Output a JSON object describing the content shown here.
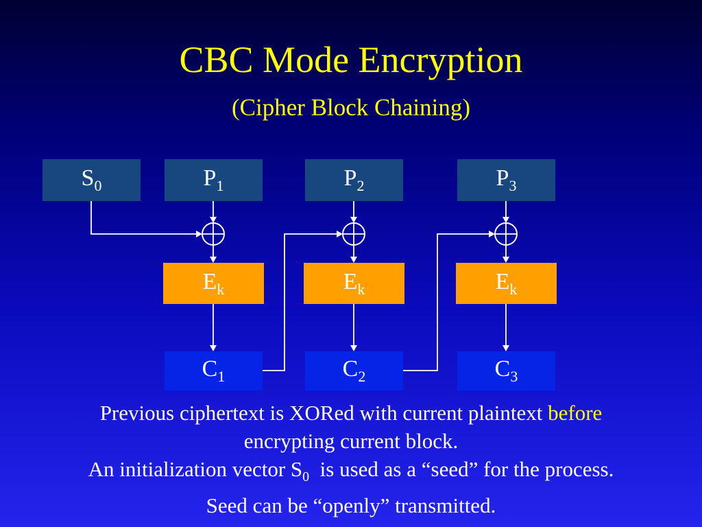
{
  "title": "CBC Mode Encryption",
  "subtitle": "(Cipher Block Chaining)",
  "diagram": {
    "top_blocks": [
      {
        "base": "S",
        "sub": "0"
      },
      {
        "base": "P",
        "sub": "1"
      },
      {
        "base": "P",
        "sub": "2"
      },
      {
        "base": "P",
        "sub": "3"
      }
    ],
    "encrypt_blocks": [
      {
        "base": "E",
        "sub": "k"
      },
      {
        "base": "E",
        "sub": "k"
      },
      {
        "base": "E",
        "sub": "k"
      }
    ],
    "cipher_blocks": [
      {
        "base": "C",
        "sub": "1"
      },
      {
        "base": "C",
        "sub": "2"
      },
      {
        "base": "C",
        "sub": "3"
      }
    ],
    "xor_symbol": "circled-plus"
  },
  "notes": {
    "line1_main": "Previous ciphertext is XORed with current plaintext ",
    "line1_highlight": "before",
    "line2": "encrypting current block.",
    "line3_pre": "An initialization vector S",
    "line3_sub": "0",
    "line3_post": "  is used as a “seed” for the process.",
    "line4": "Seed can be “openly” transmitted."
  },
  "colors": {
    "background_top": "#000033",
    "background_bottom": "#2424ee",
    "title_text": "#ffff00",
    "plaintext_block": "#17477e",
    "encrypt_block": "#ffa000",
    "ciphertext_block": "#0524e6",
    "body_text": "#ffffff",
    "highlight_text": "#ffff00",
    "connector": "#ffffff"
  }
}
